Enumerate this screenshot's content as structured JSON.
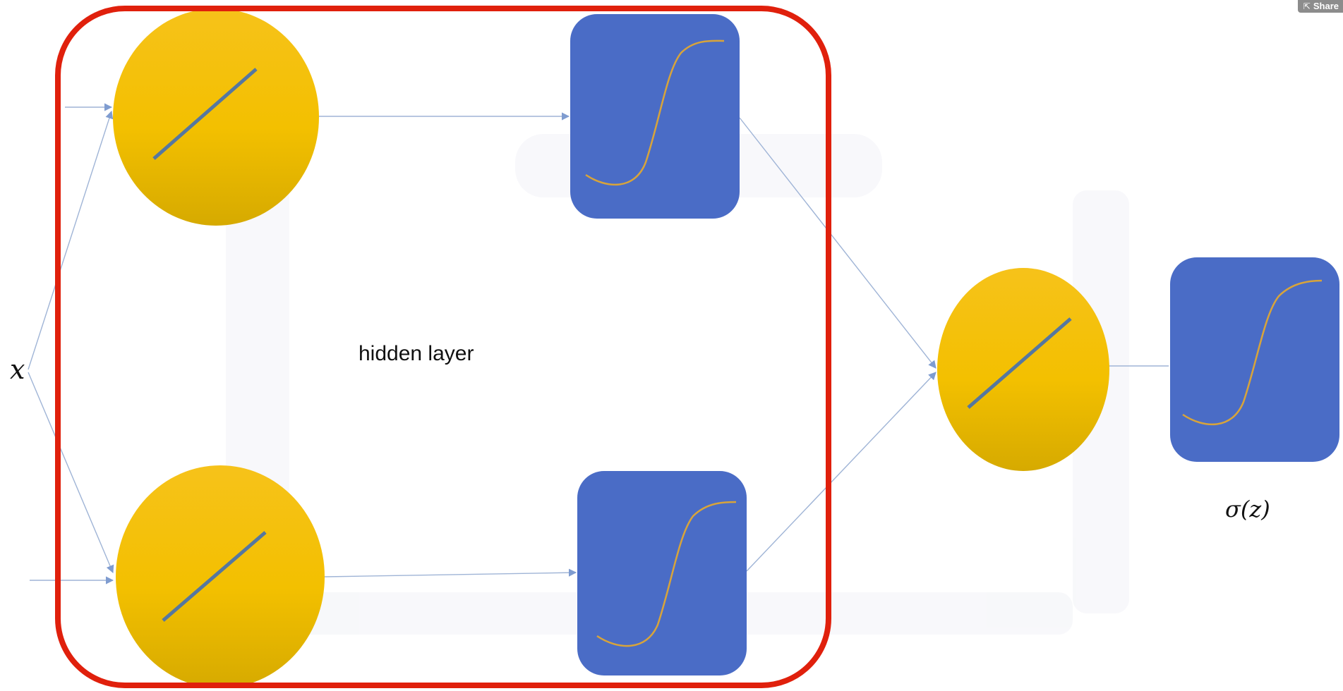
{
  "share": {
    "icon": "share-icon",
    "label": "Share"
  },
  "diagram": {
    "input_label": "x",
    "hidden_layer_label": "hidden layer",
    "output_activation_label": "σ(z)"
  },
  "colors": {
    "neuron_fill": "#f5c400",
    "neuron_shade": "#d4a800",
    "activation_box": "#4a6cc6",
    "sigmoid_curve": "#d8a43a",
    "linear_line": "#5577a0",
    "connection": "#9fb4d6",
    "hidden_layer_border": "#e0200c"
  }
}
